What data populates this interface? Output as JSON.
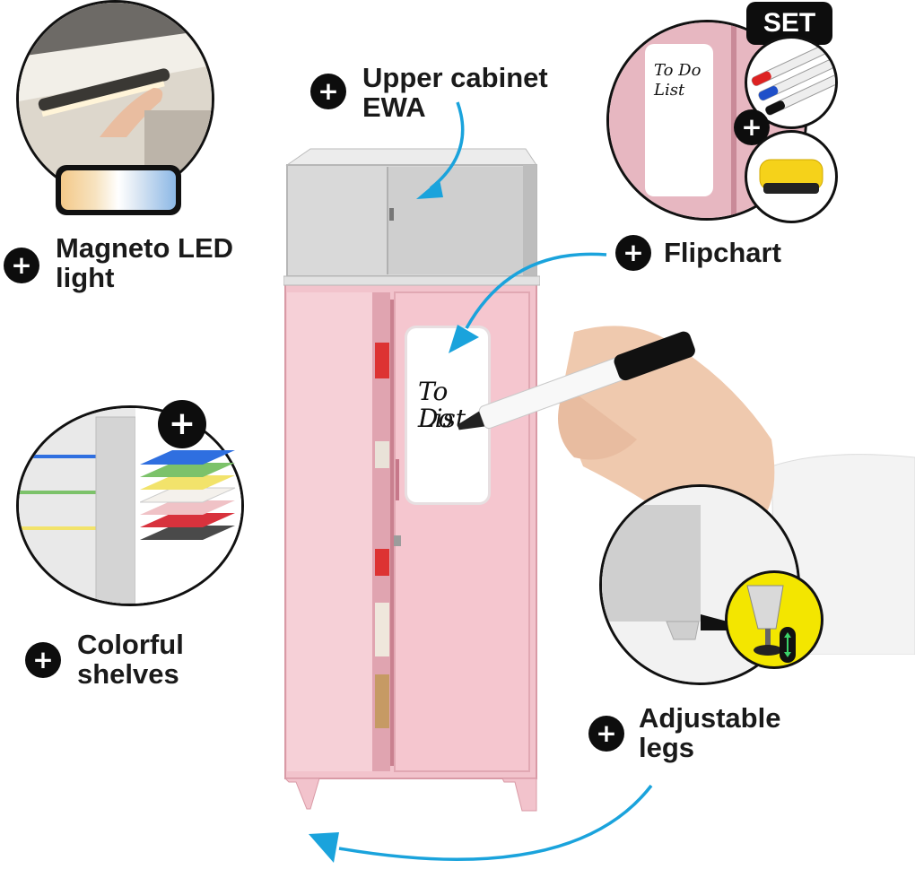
{
  "features": {
    "led": {
      "label": "Magneto LED\nlight",
      "icon": "plus-icon"
    },
    "upper": {
      "label": "Upper cabinet\nEWA",
      "icon": "plus-icon"
    },
    "flipchart": {
      "label": "Flipchart",
      "icon": "plus-icon"
    },
    "shelves": {
      "label": "Colorful\nshelves",
      "icon": "plus-icon"
    },
    "legs": {
      "label": "Adjustable\nlegs",
      "icon": "plus-icon"
    }
  },
  "badges": {
    "set": "SET"
  },
  "whiteboard": {
    "text_line1": "To Do",
    "text_line2": "List"
  },
  "inset_whiteboard": {
    "text_line1": "To Do",
    "text_line2": "List"
  },
  "colors": {
    "cabinet_pink": "#f2c3cc",
    "cabinet_pink_dark": "#e3a9b4",
    "upper_grey": "#d9d9d9",
    "arrow_blue": "#1aa3dc",
    "badge_black": "#0d0d0d",
    "shelf_colors": [
      "#2f6fe0",
      "#7cc26a",
      "#f2e36b",
      "#f4f1ec",
      "#f0c2c6",
      "#d8323d",
      "#4a4a4a"
    ]
  }
}
